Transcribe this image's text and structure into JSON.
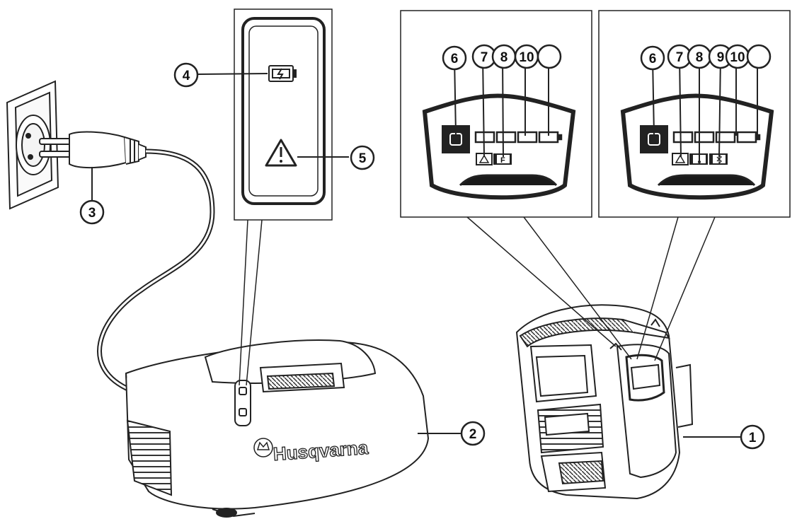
{
  "callouts": {
    "c1": "1",
    "c2": "2",
    "c3": "3",
    "c4": "4",
    "c5": "5",
    "left_panel": [
      "6",
      "7",
      "8",
      "10",
      ""
    ],
    "right_panel": [
      "6",
      "7",
      "8",
      "9",
      "10",
      ""
    ]
  },
  "brand": "Husqvarna",
  "icons": {
    "charger_indicator": "battery-charging-icon",
    "warning": "warning-triangle-icon",
    "power": "power-button-icon"
  },
  "colors": {
    "line": "#222222",
    "fill": "#ffffff",
    "dark": "#1a1a1a"
  }
}
